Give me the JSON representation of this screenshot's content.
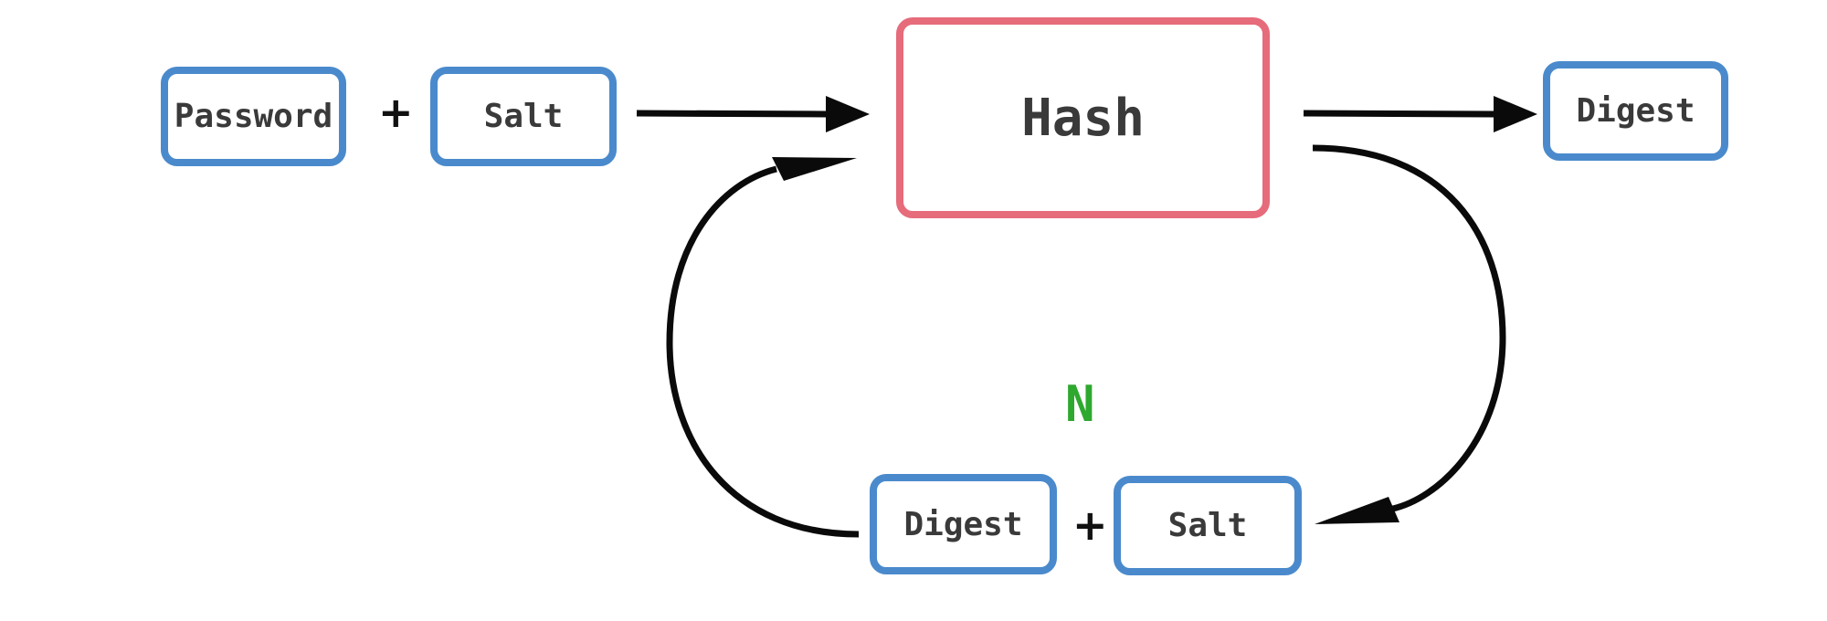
{
  "diagram": {
    "nodes": {
      "password": "Password",
      "salt_top": "Salt",
      "hash": "Hash",
      "digest_out": "Digest",
      "digest_loop": "Digest",
      "salt_loop": "Salt"
    },
    "operators": {
      "plus_top": "+",
      "plus_bottom": "+"
    },
    "iterations_label": "N"
  },
  "colors": {
    "input_border": "#4a8acc",
    "hash_border": "#e66b7b",
    "iterations_label": "#2fa82f",
    "arrow": "#0a0a0a"
  }
}
